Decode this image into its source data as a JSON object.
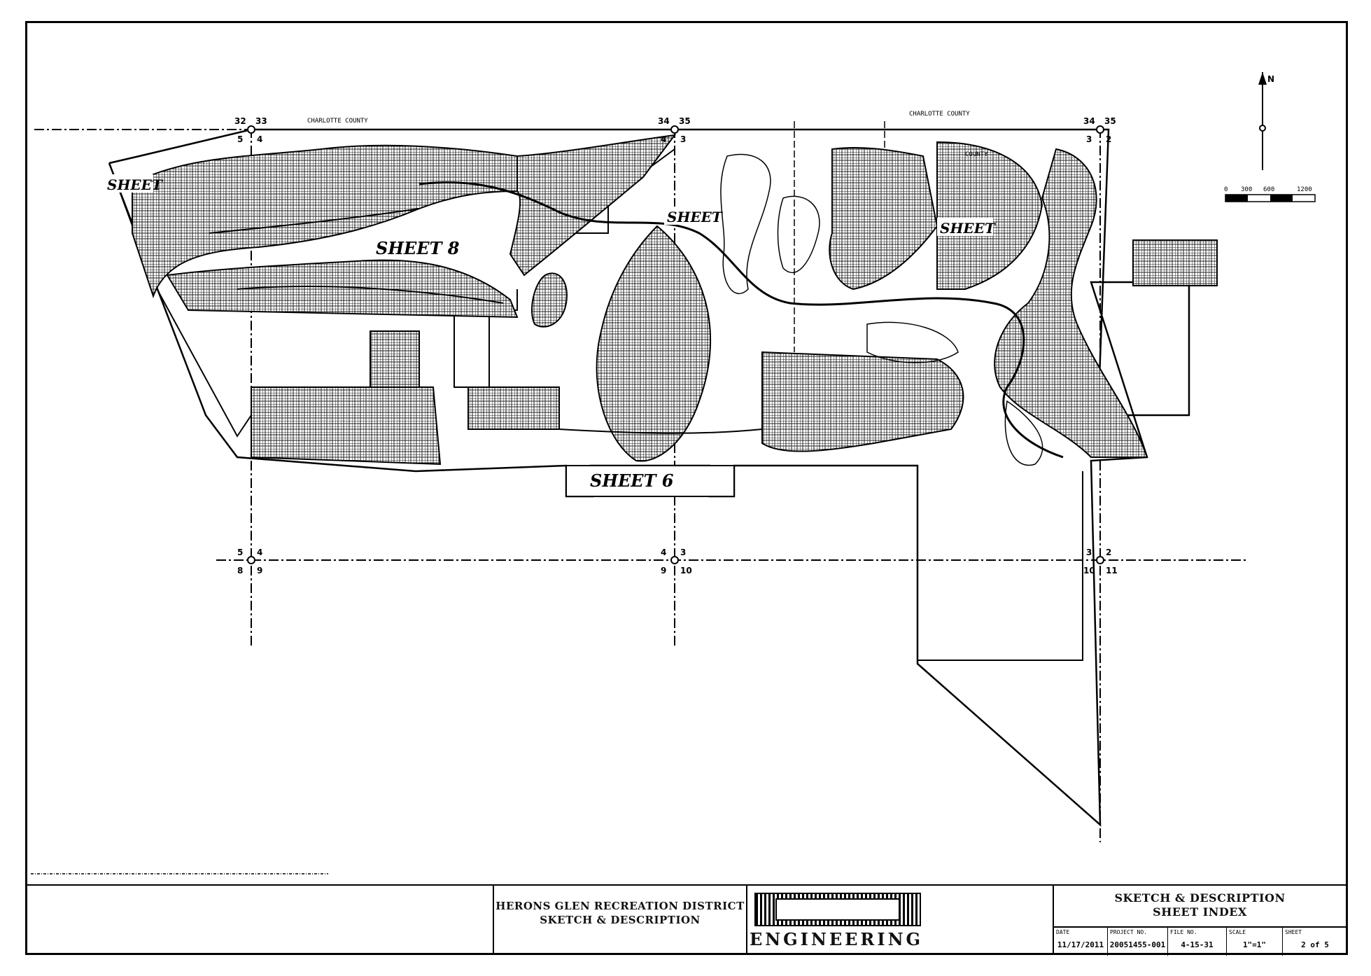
{
  "map": {
    "county_labels": [
      "CHARLOTTE COUNTY",
      "CHARLOTTE COUNTY",
      "COUNTY"
    ],
    "sheet_labels": [
      "SHEET 8",
      "SHEET",
      "SHEET 6",
      "SHEET",
      "SHEET"
    ],
    "section_numbers": {
      "top_left": [
        "32",
        "33",
        "5",
        "4"
      ],
      "top_mid": [
        "34",
        "35",
        "4",
        "3"
      ],
      "top_right": [
        "34",
        "35",
        "3",
        "2"
      ],
      "mid_left": [
        "5",
        "4",
        "8",
        "9"
      ],
      "mid_mid": [
        "4",
        "3",
        "9",
        "10"
      ],
      "mid_right": [
        "3",
        "2",
        "10",
        "11"
      ]
    },
    "scale": [
      "0",
      "300",
      "600",
      "1200"
    ],
    "north_label": "N"
  },
  "titleblock": {
    "project": {
      "line1": "HERONS GLEN RECREATION DISTRICT",
      "line2": "SKETCH & DESCRIPTION"
    },
    "firm": {
      "name": "ENGINEERING"
    },
    "sheet": {
      "line1": "SKETCH & DESCRIPTION",
      "line2": "SHEET INDEX",
      "fields": [
        {
          "label": "DATE",
          "value": "11/17/2011"
        },
        {
          "label": "PROJECT NO.",
          "value": "20051455-001"
        },
        {
          "label": "FILE NO.",
          "value": "4-15-31"
        },
        {
          "label": "SCALE",
          "value": "1\"=1\""
        },
        {
          "label": "SHEET",
          "value": "2 of 5"
        }
      ]
    }
  }
}
